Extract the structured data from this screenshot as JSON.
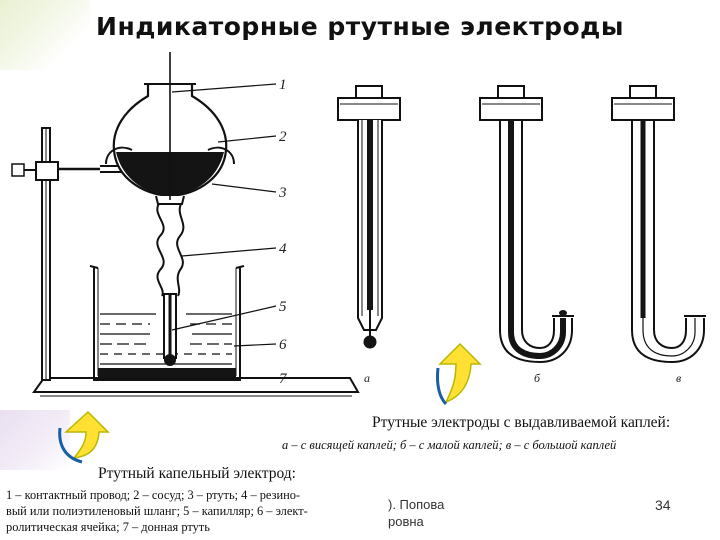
{
  "slide": {
    "title": "Индикаторные ртутные электроды",
    "page_number": "34",
    "author_fragments": [
      "). Попова",
      "ровна"
    ]
  },
  "left_figure": {
    "callouts": [
      "1",
      "2",
      "3",
      "4",
      "5",
      "6",
      "7"
    ],
    "caption": "Ртутный капельный электрод:",
    "legend_lines": [
      "1 – контактный провод; 2 – сосуд; 3 – ртуть; 4 – резино-",
      "вый или полиэтиленовый шланг; 5 – капилляр; 6 – элект-",
      "ролитическая ячейка; 7 – донная ртуть"
    ]
  },
  "right_figure": {
    "sub_labels": [
      "а",
      "б",
      "в"
    ],
    "caption": "Ртутные электроды с выдавливаемой каплей:",
    "caption_sub": "а – с висящей каплей; б – с малой каплей; в – с большой каплей"
  },
  "colors": {
    "arrow_fill": "#ffe033",
    "arrow_stroke": "#b8b800",
    "ink": "#111111",
    "mercury": "#141414"
  },
  "icons": [
    "curved-arrow-icon",
    "curved-arrow-icon"
  ]
}
